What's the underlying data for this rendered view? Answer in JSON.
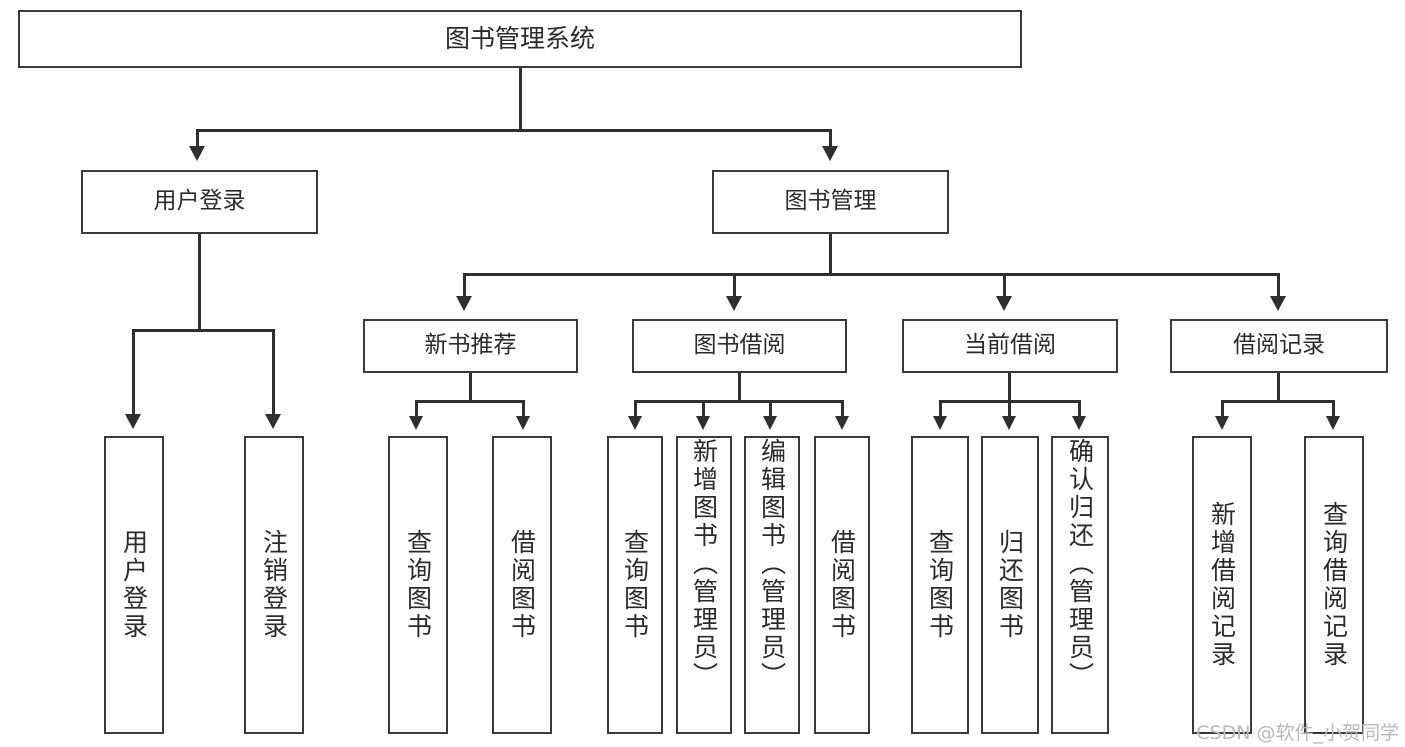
{
  "diagram": {
    "title": "图书管理系统",
    "root": {
      "label": "图书管理系统"
    },
    "level2": [
      {
        "label": "用户登录"
      },
      {
        "label": "图书管理"
      }
    ],
    "level3": [
      {
        "label": "新书推荐"
      },
      {
        "label": "图书借阅"
      },
      {
        "label": "当前借阅"
      },
      {
        "label": "借阅记录"
      }
    ],
    "leaves": {
      "user_login": [
        {
          "label": "用户登录"
        },
        {
          "label": "注销登录"
        }
      ],
      "new_book_recommend": [
        {
          "label": "查询图书"
        },
        {
          "label": "借阅图书"
        }
      ],
      "book_borrow": [
        {
          "label": "查询图书"
        },
        {
          "label": "新增图书（管理员）"
        },
        {
          "label": "编辑图书（管理员）"
        },
        {
          "label": "借阅图书"
        }
      ],
      "current_borrow": [
        {
          "label": "查询图书"
        },
        {
          "label": "归还图书"
        },
        {
          "label": "确认归还（管理员）"
        }
      ],
      "borrow_record": [
        {
          "label": "新增借阅记录"
        },
        {
          "label": "查询借阅记录"
        }
      ]
    }
  },
  "watermark": {
    "text": "CSDN @软件_小贺同学"
  },
  "colors": {
    "border": "#3a3a3a",
    "line": "#2f2f2f",
    "text": "#2b2b2b",
    "background": "#ffffff",
    "watermark": "#b9b9b9"
  }
}
